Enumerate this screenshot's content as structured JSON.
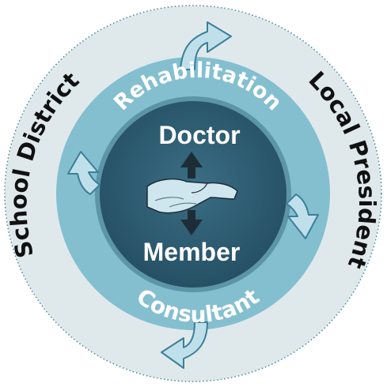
{
  "diagram": {
    "labels": {
      "rehabilitation": "Rehabilitation",
      "consultant": "Consultant",
      "school_district": "School District",
      "local_president": "Local President",
      "doctor": "Doctor",
      "member": "Member"
    },
    "colors": {
      "outer_ring": "#dfe9ec",
      "outer_border": "#4a87a0",
      "outer_text": "#111111",
      "middle_ring": "#84bfd0",
      "inner_circle": "#2d5c72",
      "inner_rim": "#5d95a8",
      "inner_text": "#ffffff",
      "arrow_fill": "#bfe0ea",
      "arrow_stroke": "#3c7f98",
      "center_arrow": "#1d2d36",
      "handshake": "#cfe6ef"
    },
    "icons": {
      "handshake": "handshake-icon",
      "vertical_arrow": "double-headed-arrow-icon",
      "cycle_arrows": "curved-arrow-icon"
    }
  }
}
